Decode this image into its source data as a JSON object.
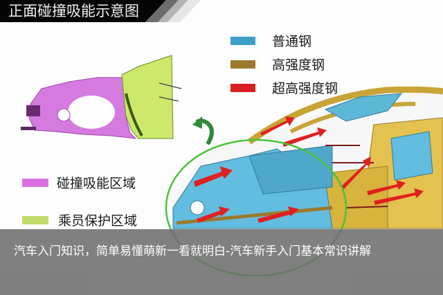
{
  "header": {
    "title": "正面碰撞吸能示意图"
  },
  "material_legend": [
    {
      "label": "普通钢",
      "color": "#3d9fc8"
    },
    {
      "label": "高强度钢",
      "color": "#9b7a2c"
    },
    {
      "label": "超高强度钢",
      "color": "#d92020"
    }
  ],
  "zone_legend": [
    {
      "label": "碰撞吸能区域",
      "color": "#dc6fe0"
    },
    {
      "label": "乘员保护区域",
      "color": "#c2dc6a"
    }
  ],
  "diagram": {
    "zone_colors": {
      "crumple": "#d57be0",
      "cabin": "#cde86a"
    },
    "highlight_circle_color": "#4cc23a",
    "arrow_color": "#2e8b3a"
  },
  "caption": {
    "text": "汽车入门知识，简单易懂萌新一看就明白-汽车新手入门基本常识讲解"
  }
}
